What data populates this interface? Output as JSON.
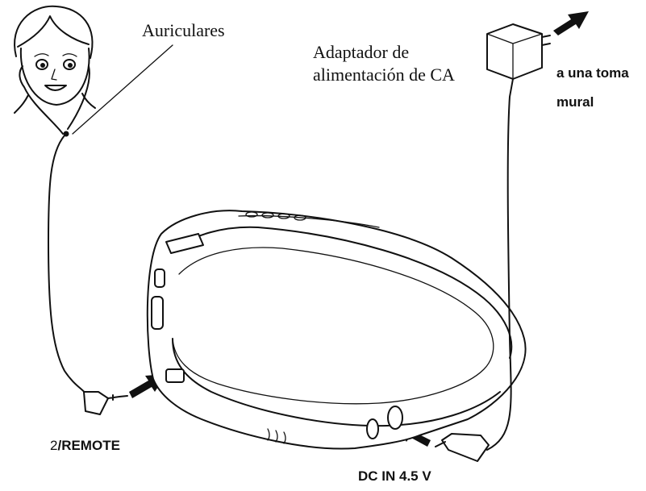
{
  "labels": {
    "headphones": "Auriculares",
    "ac_adaptor_line1": "Adaptador de",
    "ac_adaptor_line2": "alimentación de CA",
    "wall_outlet_line1": "a una toma",
    "wall_outlet_line2": "mural",
    "remote_jack_number": "2",
    "remote_jack": "/REMOTE",
    "dc_in": "DC IN 4.5 V"
  },
  "colors": {
    "line": "#111111",
    "background": "#ffffff"
  }
}
